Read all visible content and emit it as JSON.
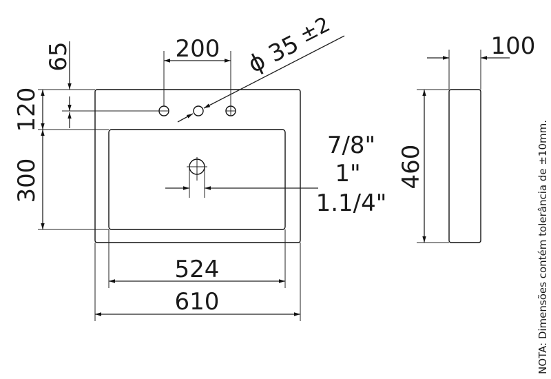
{
  "dimensions": {
    "d65": "65",
    "d120": "120",
    "d300": "300",
    "d200": "200",
    "hole": "ϕ 35",
    "tol": "±2",
    "d100": "100",
    "d460": "460",
    "d524": "524",
    "d610": "610",
    "drain_a": "7/8\"",
    "drain_b": "1\"",
    "drain_c": "1.1/4\""
  },
  "note": "NOTA: Dimensões  contém tolerância de ±10mm."
}
